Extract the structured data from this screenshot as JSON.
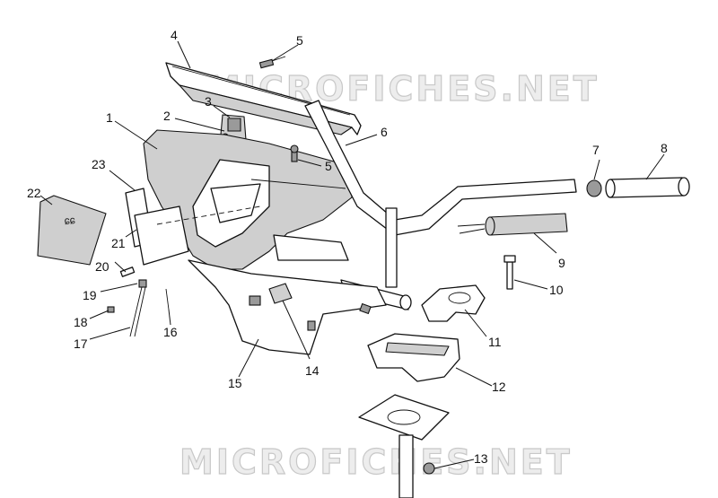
{
  "watermark": {
    "top": "MICROFICHES.NET",
    "bottom": "MICROFICHES.NET"
  },
  "callouts": [
    {
      "id": "1",
      "label": "1"
    },
    {
      "id": "2",
      "label": "2"
    },
    {
      "id": "3",
      "label": "3"
    },
    {
      "id": "4",
      "label": "4"
    },
    {
      "id": "5a",
      "label": "5"
    },
    {
      "id": "5b",
      "label": "5"
    },
    {
      "id": "6",
      "label": "6"
    },
    {
      "id": "7",
      "label": "7"
    },
    {
      "id": "8",
      "label": "8"
    },
    {
      "id": "9",
      "label": "9"
    },
    {
      "id": "10",
      "label": "10"
    },
    {
      "id": "11",
      "label": "11"
    },
    {
      "id": "12",
      "label": "12"
    },
    {
      "id": "13",
      "label": "13"
    },
    {
      "id": "14",
      "label": "14"
    },
    {
      "id": "15",
      "label": "15"
    },
    {
      "id": "16",
      "label": "16"
    },
    {
      "id": "17",
      "label": "17"
    },
    {
      "id": "18",
      "label": "18"
    },
    {
      "id": "19",
      "label": "19"
    },
    {
      "id": "20",
      "label": "20"
    },
    {
      "id": "21",
      "label": "21"
    },
    {
      "id": "22",
      "label": "22"
    },
    {
      "id": "23",
      "label": "23"
    }
  ]
}
